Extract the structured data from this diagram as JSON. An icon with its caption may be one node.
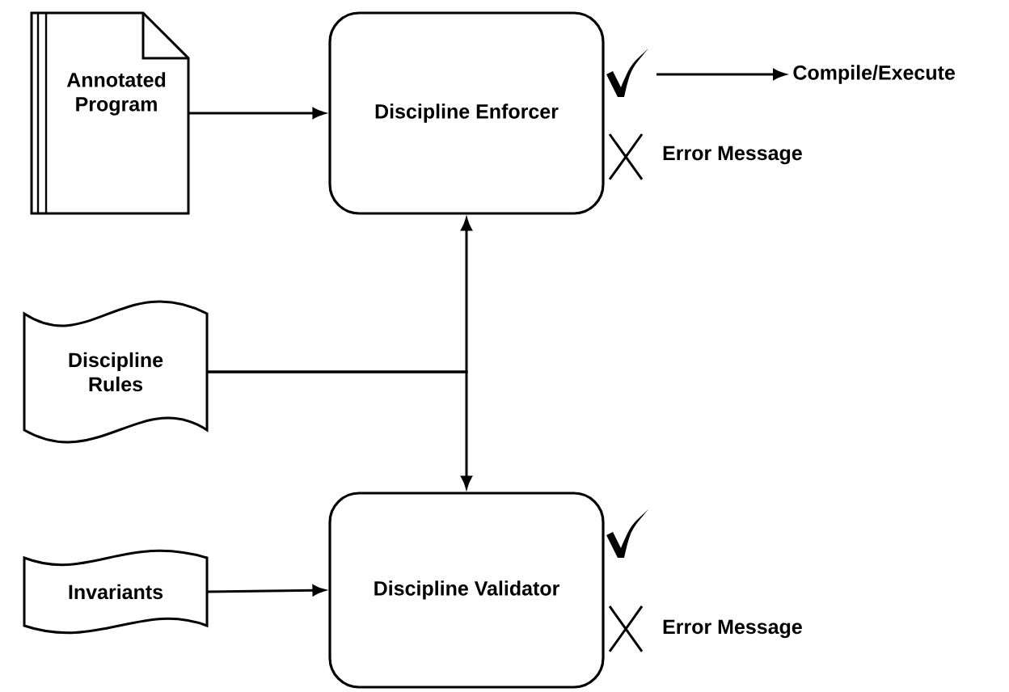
{
  "diagram": {
    "nodes": [
      {
        "text": [
          "Annotated Program"
        ]
      },
      {
        "text": [
          "Discipline Enforcer"
        ]
      },
      {
        "text": [
          "Discipline Rules"
        ]
      },
      {
        "text": [
          "Discipline Validator"
        ]
      },
      {
        "text": [
          "Invariants"
        ]
      },
      {
        "text": [
          "Compile/Execute"
        ]
      }
    ],
    "edges": [
      {
        "from": 0,
        "to": 1,
        "arrow": "to"
      },
      {
        "from": 2,
        "to": 1,
        "arrow": "to"
      },
      {
        "from": 2,
        "to": 3,
        "arrow": "to"
      },
      {
        "from": 4,
        "to": 3,
        "arrow": "to"
      },
      {
        "from": 1,
        "to": 5,
        "arrow": "to"
      }
    ],
    "labels": [
      "Error Message",
      "Error Message"
    ]
  }
}
